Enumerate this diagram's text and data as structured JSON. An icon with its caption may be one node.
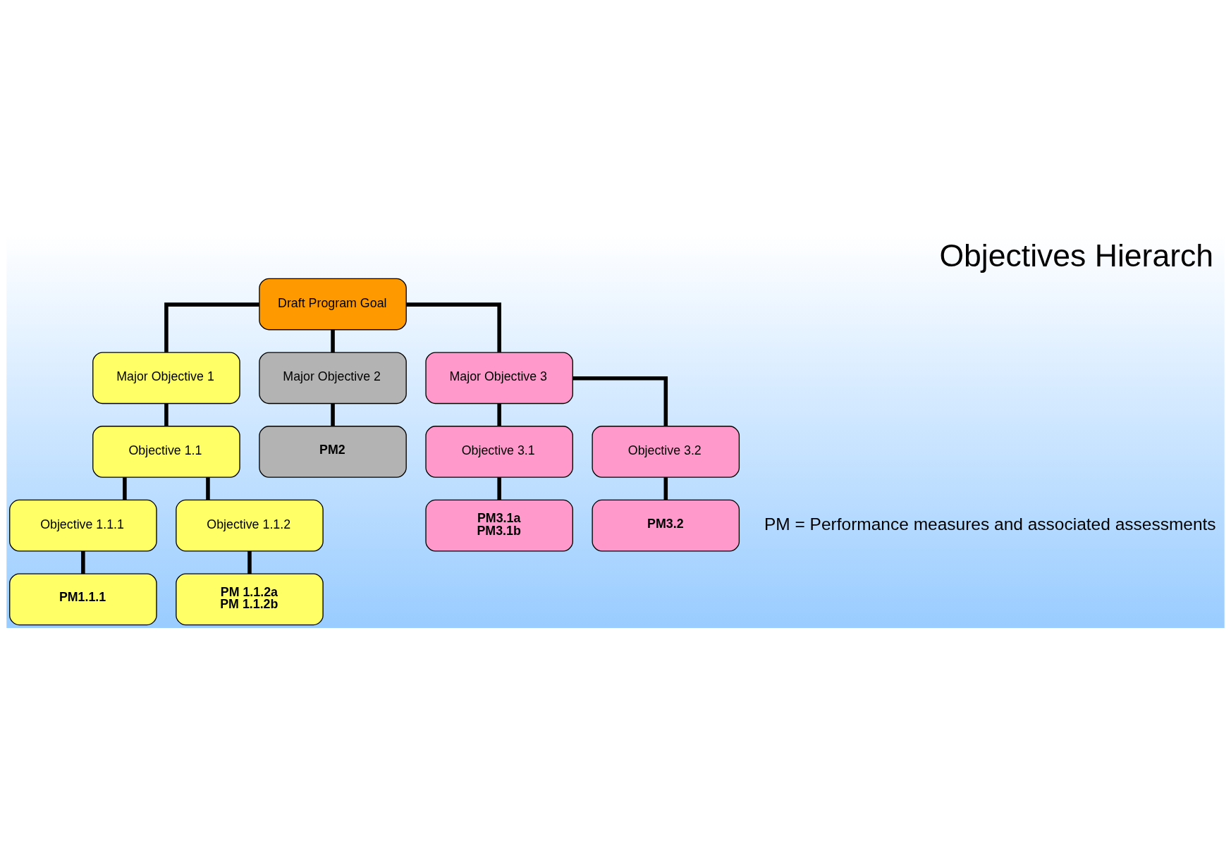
{
  "diagram": {
    "title": "Objectives Hierarch",
    "nodes": [
      {
        "text": [
          "Draft Program Goal"
        ]
      },
      {
        "text": [
          "Major Objective 1"
        ]
      },
      {
        "text": [
          "Major Objective 2"
        ]
      },
      {
        "text": [
          "Major Objective 3"
        ]
      },
      {
        "text": [
          "Objective 1.1"
        ]
      },
      {
        "text": [
          "PM2"
        ]
      },
      {
        "text": [
          "Objective 3.1"
        ]
      },
      {
        "text": [
          "Objective 3.2"
        ]
      },
      {
        "text": [
          "Objective 1.1.1"
        ]
      },
      {
        "text": [
          "PM3.1a",
          "PM3.1b"
        ]
      },
      {
        "text": [
          "PM3.2"
        ]
      },
      {
        "text": [
          "PM1.1.1"
        ]
      },
      {
        "text": [
          "Objective 1.1.2"
        ]
      },
      {
        "text": [
          "PM 1.1.2a",
          "PM 1.1.2b"
        ]
      }
    ],
    "edges": [
      {
        "from": 0,
        "to": 1,
        "arrow": "none"
      },
      {
        "from": 0,
        "to": 2,
        "arrow": "none"
      },
      {
        "from": 0,
        "to": 3,
        "arrow": "none"
      },
      {
        "from": 1,
        "to": 4,
        "arrow": "none"
      },
      {
        "from": 2,
        "to": 5,
        "arrow": "none"
      },
      {
        "from": 3,
        "to": 6,
        "arrow": "none"
      },
      {
        "from": 3,
        "to": 7,
        "arrow": "none"
      },
      {
        "from": 4,
        "to": 8,
        "arrow": "none"
      },
      {
        "from": 4,
        "to": 12,
        "arrow": "none"
      },
      {
        "from": 8,
        "to": 11,
        "arrow": "none"
      },
      {
        "from": 12,
        "to": 13,
        "arrow": "none"
      },
      {
        "from": 6,
        "to": 9,
        "arrow": "none"
      },
      {
        "from": 7,
        "to": 10,
        "arrow": "none"
      }
    ],
    "labels": [
      "PM = Performance measures and associated assessments"
    ]
  }
}
